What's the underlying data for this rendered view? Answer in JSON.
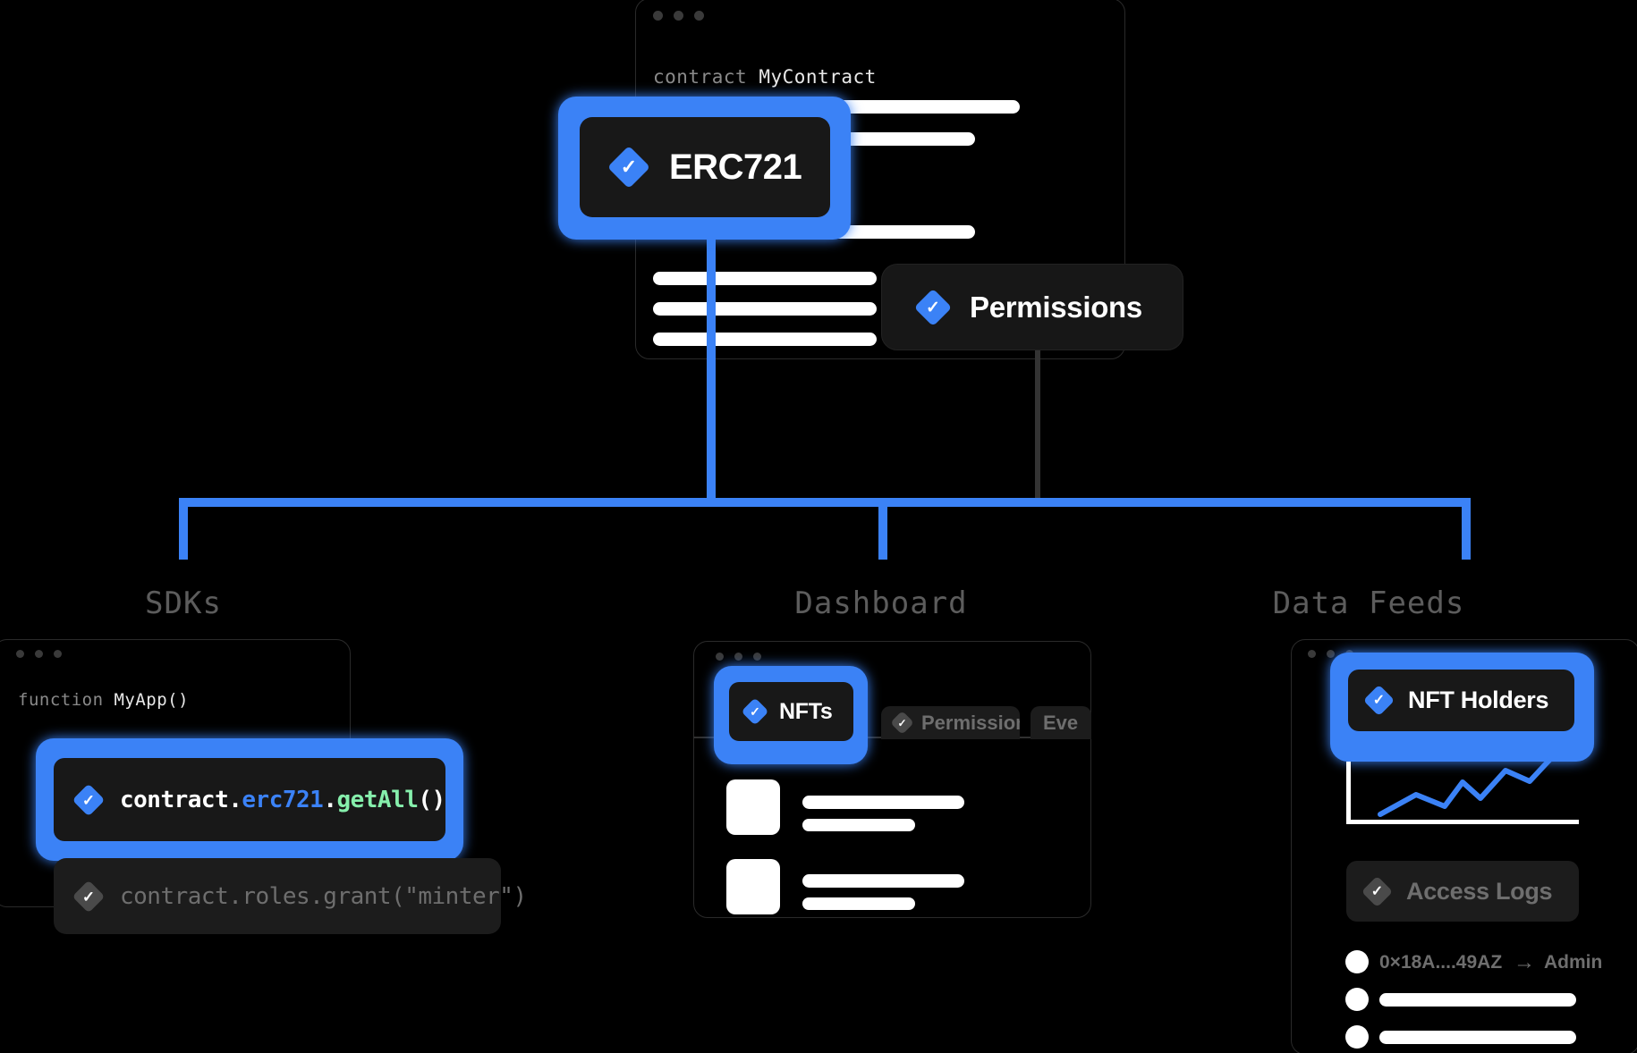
{
  "theme": {
    "background": "#000000",
    "accent": "#3b82f6",
    "panel": "#181818",
    "muted_text": "#6e6e6e",
    "code_green": "#86efac",
    "code_blue": "#3b82f6"
  },
  "top_window": {
    "name": "contract-editor-window",
    "code_keyword": "contract",
    "code_name": "MyContract",
    "highlight_pill": {
      "label": "ERC721",
      "icon": "check-diamond-icon"
    },
    "permissions_badge": {
      "label": "Permissions",
      "icon": "check-diamond-icon"
    }
  },
  "branches": [
    {
      "id": "sdks",
      "caption": "SDKs"
    },
    {
      "id": "dashboard",
      "caption": "Dashboard"
    },
    {
      "id": "data-feeds",
      "caption": "Data  Feeds"
    }
  ],
  "sdks": {
    "caption": "SDKs",
    "code_keyword": "function",
    "code_name": "MyApp()",
    "highlight_snippet": {
      "icon": "check-diamond-icon",
      "parts": [
        {
          "text": "contract.",
          "color": "#ffffff"
        },
        {
          "text": "erc721",
          "color": "#3b82f6"
        },
        {
          "text": ".",
          "color": "#ffffff"
        },
        {
          "text": "getAll",
          "color": "#86efac"
        },
        {
          "text": "()",
          "color": "#ffffff"
        }
      ],
      "plain": "contract.erc721.getAll()"
    },
    "dim_snippet": {
      "icon": "check-diamond-icon",
      "label": "contract.roles.grant(\"minter\")"
    }
  },
  "dashboard": {
    "caption": "Dashboard",
    "tabs": [
      {
        "label": "NFTs",
        "icon": "check-diamond-icon",
        "active": true
      },
      {
        "label": "Permissions",
        "icon": "check-diamond-icon",
        "active": false
      },
      {
        "label": "Eve",
        "icon": "",
        "active": false
      }
    ],
    "rows": [
      {
        "title_width": 212,
        "sub_width": 114
      },
      {
        "title_width": 212,
        "sub_width": 114
      }
    ]
  },
  "data_feeds": {
    "caption": "Data  Feeds",
    "highlight_pill": {
      "label": "NFT Holders",
      "icon": "check-diamond-icon"
    },
    "dim_pill": {
      "label": "Access Logs",
      "icon": "check-diamond-icon"
    },
    "access_rows": [
      {
        "address": "0×18A....49AZ",
        "arrow": "→",
        "role": "Admin",
        "is_text": true
      },
      {
        "address": "",
        "arrow": "",
        "role": "",
        "is_text": false
      },
      {
        "address": "",
        "arrow": "",
        "role": "",
        "is_text": false
      }
    ],
    "chart_data": {
      "type": "line",
      "title": "NFT Holders",
      "x": [
        0,
        1,
        2,
        3,
        4,
        5,
        6,
        7
      ],
      "values": [
        12,
        30,
        42,
        26,
        52,
        34,
        62,
        50
      ],
      "xlabel": "",
      "ylabel": "",
      "grid": false,
      "legend": "none",
      "line_color": "#3b82f6"
    }
  }
}
